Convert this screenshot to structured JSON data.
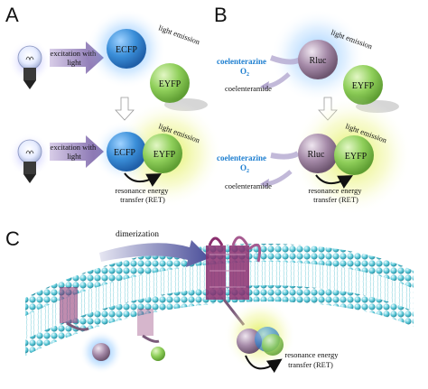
{
  "panels": {
    "a": "A",
    "b": "B",
    "c": "C"
  },
  "panel_a": {
    "excitation_1": [
      "excitation with",
      "light"
    ],
    "excitation_2": [
      "excitation with",
      "light"
    ],
    "donor": "ECFP",
    "acceptor": "EYFP",
    "light_emission_1": "light emission",
    "light_emission_2": "light emission",
    "ret": [
      "resonance energy",
      "transfer (RET)"
    ]
  },
  "panel_b": {
    "substrate": "coelenterazine",
    "o2": "O",
    "o2_sub": "2",
    "product": "coelenteramide",
    "donor": "Rluc",
    "acceptor": "EYFP",
    "light_emission_1": "light emission",
    "light_emission_2": "light emission",
    "ret": [
      "resonance energy",
      "transfer (RET)"
    ]
  },
  "panel_c": {
    "dimerization": "dimerization",
    "ret": [
      "resonance energy",
      "transfer (RET)"
    ]
  },
  "colors": {
    "ecfp": "#3b8fd9",
    "eyfp": "#8fcf5a",
    "rluc": "#a58aa8",
    "arrow": "#7a64a8",
    "membrane": "#58c6d6",
    "receptor": "#8a2e6e"
  }
}
